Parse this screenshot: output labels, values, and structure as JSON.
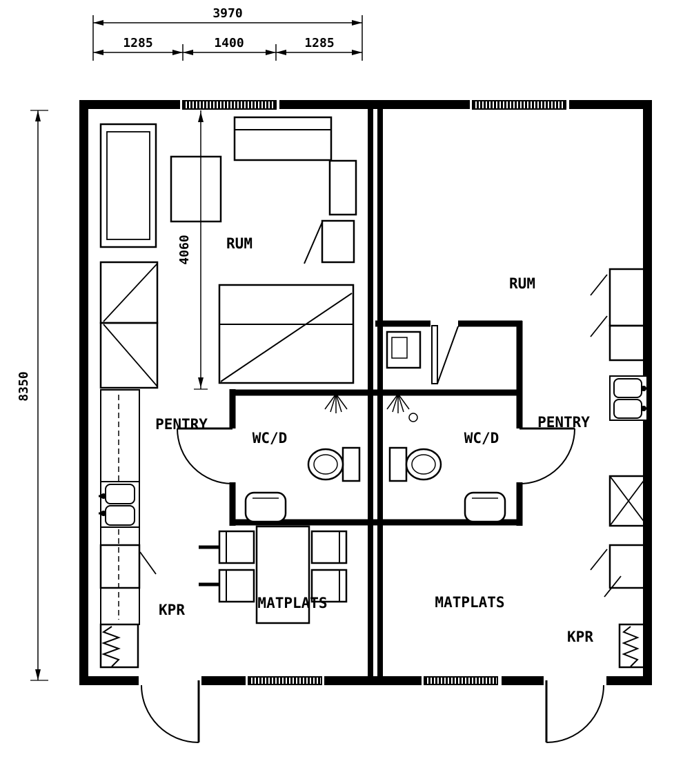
{
  "drawing": {
    "type": "architectural-floor-plan",
    "background": "#ffffff",
    "ink": "#000000"
  },
  "dimensions": {
    "top_total": "3970",
    "top_segments": [
      "1285",
      "1400",
      "1285"
    ],
    "height_total": "8350",
    "room_height": "4060"
  },
  "labels": {
    "left": {
      "rum": "RUM",
      "pentry": "PENTRY",
      "wc": "WC/D",
      "matplats": "MATPLATS",
      "kpr": "KPR"
    },
    "right": {
      "rum": "RUM",
      "pentry": "PENTRY",
      "wc": "WC/D",
      "matplats": "MATPLATS",
      "kpr": "KPR"
    }
  }
}
